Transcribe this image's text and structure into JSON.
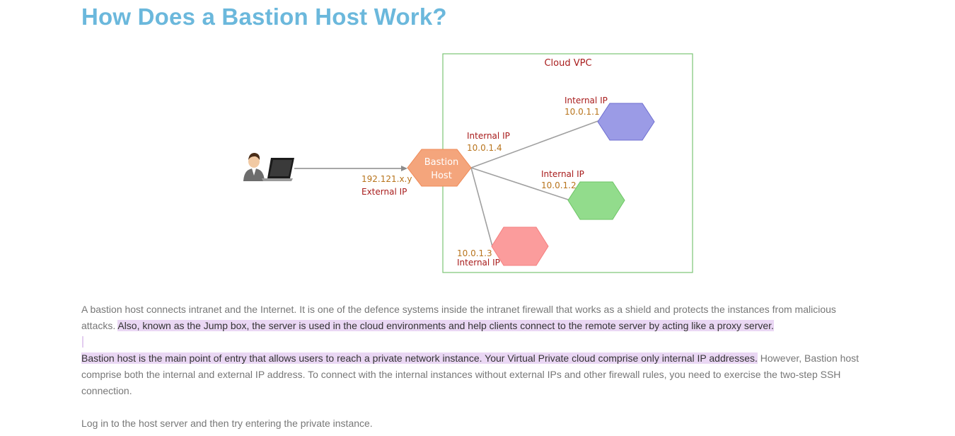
{
  "page": {
    "heading": "How Does a Bastion Host Work?"
  },
  "diagram": {
    "vpc_label": "Cloud VPC",
    "bastion_line1": "Bastion",
    "bastion_line2": "Host",
    "external_ip_value": "192.121.x.y",
    "external_ip_label": "External IP",
    "bastion_ip_label": "Internal IP",
    "bastion_ip_value": "10.0.1.4",
    "node1_label": "Internal IP",
    "node1_ip": "10.0.1.1",
    "node2_label": "Internal IP",
    "node2_ip": "10.0.1.2",
    "node3_ip": "10.0.1.3",
    "node3_label": "Internal IP",
    "colors": {
      "vpc_border": "#7cc576",
      "bastion": "#f4a57c",
      "node1": "#9b9be6",
      "node2": "#92dc8c",
      "node3": "#fb9c9c",
      "connector": "#a0a0a0"
    },
    "icons": [
      "user-icon",
      "laptop-icon"
    ]
  },
  "content": {
    "p1_plain": "A bastion host connects intranet and the Internet. It is one of the defence systems inside the intranet firewall that works as a shield and protects the instances from malicious attacks. ",
    "p1_highlight": "Also, known as the Jump box, the server is used in the cloud environments and help clients connect to the remote server by acting like a proxy server.",
    "p2_highlight": "Bastion host is the main point of entry that allows users to reach a private network instance. Your Virtual Private cloud comprise only internal IP addresses.",
    "p2_plain": " However, Bastion host comprise both the internal and external IP address. To connect with the internal instances without external IPs and other firewall rules, you need to exercise the two-step SSH connection.",
    "p3": "Log in to the host server and then try entering the private instance."
  },
  "theme": {
    "heading_color": "#6bb8dc",
    "highlight_color": "#ead7f4",
    "body_text_color": "#777777"
  }
}
